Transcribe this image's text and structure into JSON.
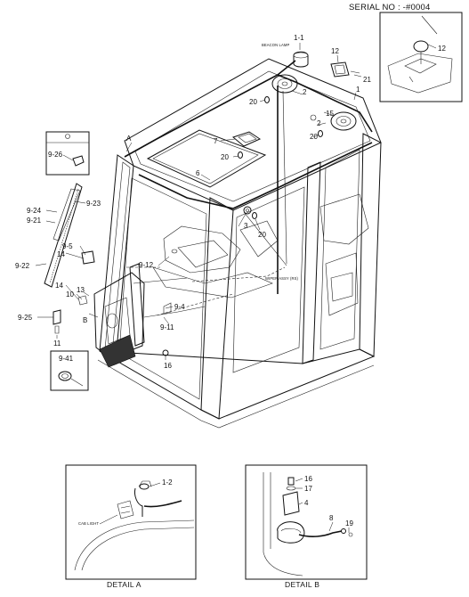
{
  "header": {
    "serial": "SERIAL NO : -#0004"
  },
  "callouts": {
    "c1_1": "1-1",
    "c12_top": "12",
    "c21": "21",
    "c1": "1",
    "c2_a": "2",
    "c20_a": "20",
    "c2_b": "2",
    "c15": "15",
    "c20_b": "20",
    "c7": "7",
    "c20_c": "20",
    "c6": "6",
    "c3": "3",
    "c20_d": "20",
    "c12_inset": "12",
    "c9_26": "9-26",
    "c9_23": "9-23",
    "c9_24": "9-24",
    "c9_21": "9-21",
    "c9_5": "9-5",
    "c14_a": "14",
    "c9_22": "9-22",
    "c9_12": "9-12",
    "c14_b": "14",
    "c10": "10",
    "c13": "13",
    "c9_25": "9-25",
    "c11": "11",
    "c9_4": "9-4",
    "c9_11": "9-11",
    "c16_main": "16",
    "c9_41": "9-41",
    "markerA": "A",
    "markerB": "B",
    "c1_2": "1-2",
    "c16_detail": "16",
    "c17": "17",
    "c4": "4",
    "c8": "8",
    "c19": "19"
  },
  "wire_labels": {
    "beacon_lamp": "BEACON LAMP",
    "wiper_area": "WIPER ASSY (RS)",
    "cab_light": "CAB LIGHT"
  },
  "details": {
    "a_caption": "DETAIL A",
    "b_caption": "DETAIL B"
  }
}
